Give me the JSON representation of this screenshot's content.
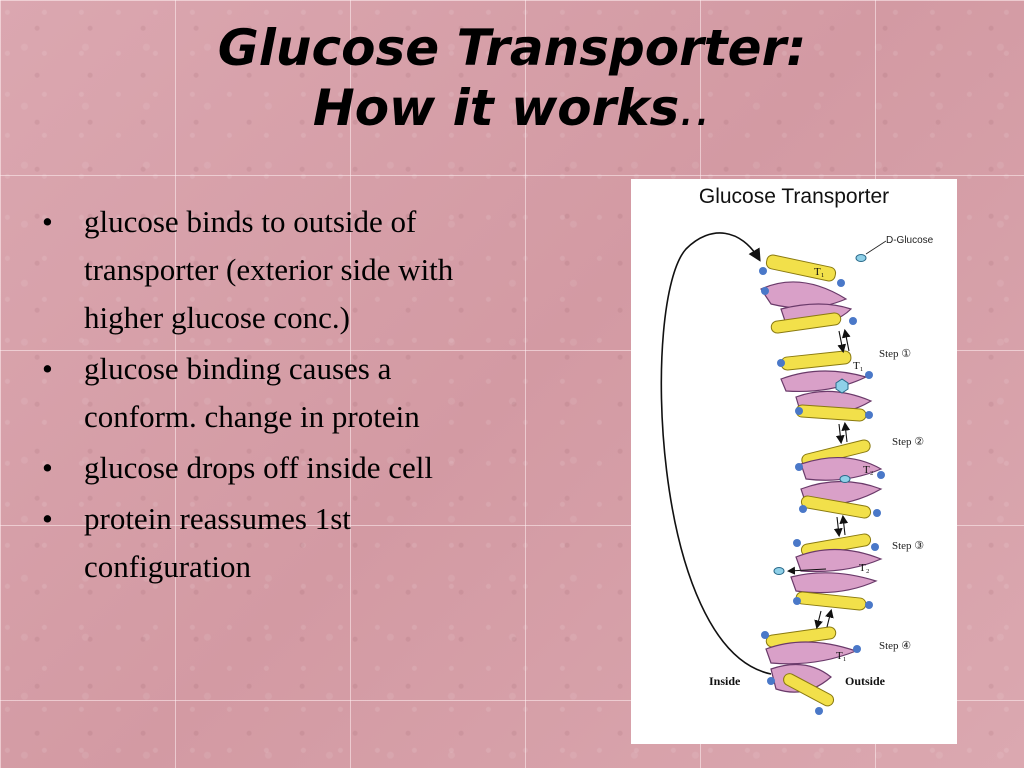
{
  "slide": {
    "title_line1": "Glucose Transporter:",
    "title_line2": "How it works",
    "title_dots": ".."
  },
  "bullets": [
    {
      "text": " glucose binds to outside of transporter (exterior side with higher glucose conc.)"
    },
    {
      "text": "glucose binding causes a conform. change in protein"
    },
    {
      "text": "glucose drops off inside cell"
    },
    {
      "text": "protein reassumes 1st configuration"
    }
  ],
  "figure": {
    "title": "Glucose Transporter",
    "glucose_label": "D-Glucose",
    "steps": [
      "Step ①",
      "Step ②",
      "Step ③",
      "Step ④"
    ],
    "state_labels": [
      "T₁",
      "T₁",
      "T₂",
      "T₂",
      "T₁"
    ],
    "inside_label": "Inside",
    "outside_label": "Outside",
    "colors": {
      "protein": "#d9a0c8",
      "helix": "#f2e04a",
      "lipid_head": "#4a78c8",
      "glucose": "#8fd0e8"
    }
  }
}
